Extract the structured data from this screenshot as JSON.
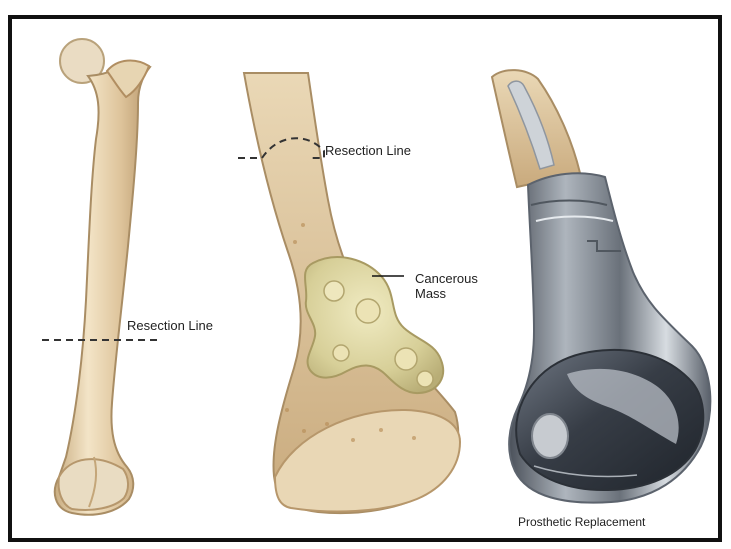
{
  "labels": {
    "resection_line_left": "Resection Line",
    "resection_line_middle": "Resection Line",
    "cancerous_mass": "Cancerous Mass",
    "prosthetic_replacement": "Prosthetic Replacement"
  },
  "colors": {
    "bone": "#e6d1ab",
    "bone_shadow": "#c8ad80",
    "bone_light": "#f4e8cf",
    "tumor": "#d9d39f",
    "metal_dark": "#4d535d",
    "metal_mid": "#8b929b",
    "metal_light": "#d9dde2",
    "frame": "#111111"
  }
}
